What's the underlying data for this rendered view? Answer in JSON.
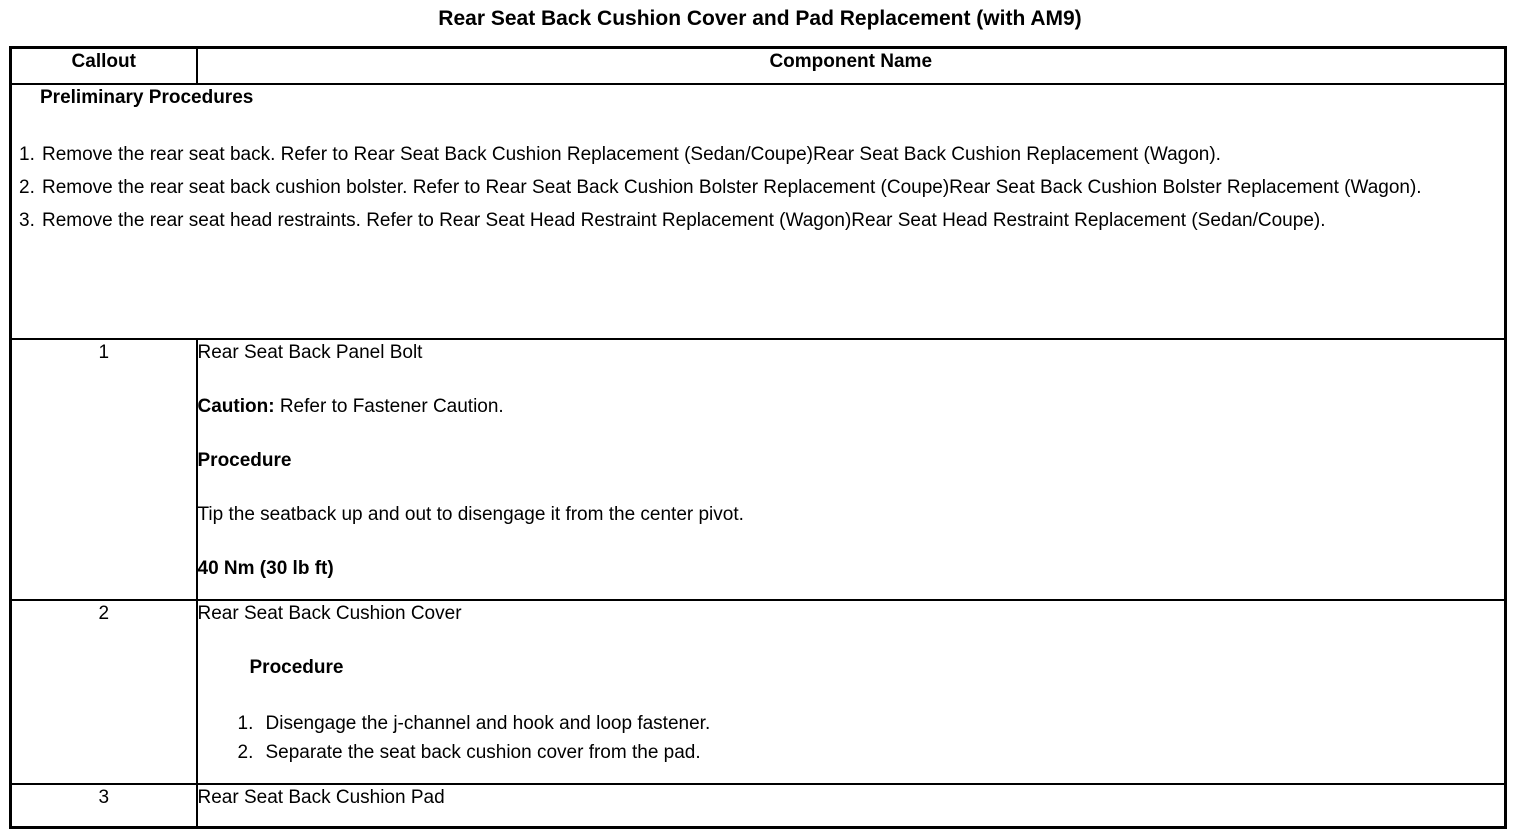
{
  "title": "Rear Seat Back Cushion Cover and Pad Replacement (with AM9)",
  "header": {
    "callout": "Callout",
    "component": "Component Name"
  },
  "preliminary": {
    "heading": "Preliminary Procedures",
    "steps": [
      {
        "num": "1.",
        "text": "Remove the rear seat back. Refer to Rear Seat Back Cushion Replacement (Sedan/Coupe)Rear Seat Back Cushion Replacement (Wagon)."
      },
      {
        "num": "2.",
        "text": "Remove the rear seat back cushion bolster. Refer to Rear Seat Back Cushion Bolster Replacement (Coupe)Rear Seat Back Cushion Bolster Replacement (Wagon)."
      },
      {
        "num": "3.",
        "text": "Remove the rear seat head restraints. Refer to Rear Seat Head Restraint Replacement (Wagon)Rear Seat Head Restraint Replacement (Sedan/Coupe)."
      }
    ]
  },
  "row1": {
    "callout": "1",
    "component_name": "Rear Seat Back Panel Bolt",
    "caution_label": "Caution:",
    "caution_text": " Refer to Fastener Caution.",
    "procedure_heading": "Procedure",
    "procedure_text": "Tip the seatback up and out to disengage it from the center pivot.",
    "torque": "40 Nm (30 lb ft)"
  },
  "row2": {
    "callout": "2",
    "component_name": "Rear Seat Back Cushion Cover",
    "procedure_heading": "Procedure",
    "steps": [
      {
        "num": "1.",
        "text": "Disengage the j-channel and hook and loop fastener."
      },
      {
        "num": "2.",
        "text": "Separate the seat back cushion cover from the pad."
      }
    ]
  },
  "row3": {
    "callout": "3",
    "component_name": "Rear Seat Back Cushion Pad"
  },
  "colors": {
    "background": "#ffffff",
    "text": "#000000",
    "border": "#000000"
  }
}
